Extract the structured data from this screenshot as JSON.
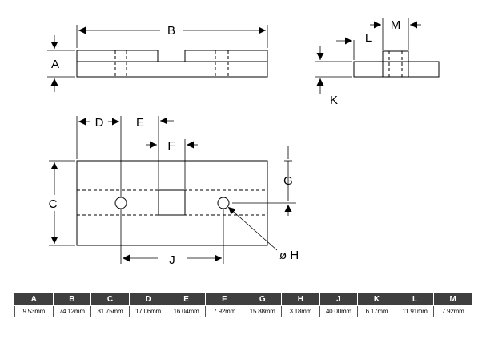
{
  "labels": {
    "A": "A",
    "B": "B",
    "C": "C",
    "D": "D",
    "E": "E",
    "F": "F",
    "G": "G",
    "H": "ø H",
    "J": "J",
    "K": "K",
    "L": "L",
    "M": "M"
  },
  "table": {
    "headers": [
      "A",
      "B",
      "C",
      "D",
      "E",
      "F",
      "G",
      "H",
      "J",
      "K",
      "L",
      "M"
    ],
    "values": [
      "9.53mm",
      "74.12mm",
      "31.75mm",
      "17.06mm",
      "16.04mm",
      "7.92mm",
      "15.88mm",
      "3.18mm",
      "40.00mm",
      "6.17mm",
      "11.91mm",
      "7.92mm"
    ]
  },
  "colors": {
    "header_bg": "#3f3f3f",
    "header_text": "#ffffff",
    "line": "#000000"
  }
}
